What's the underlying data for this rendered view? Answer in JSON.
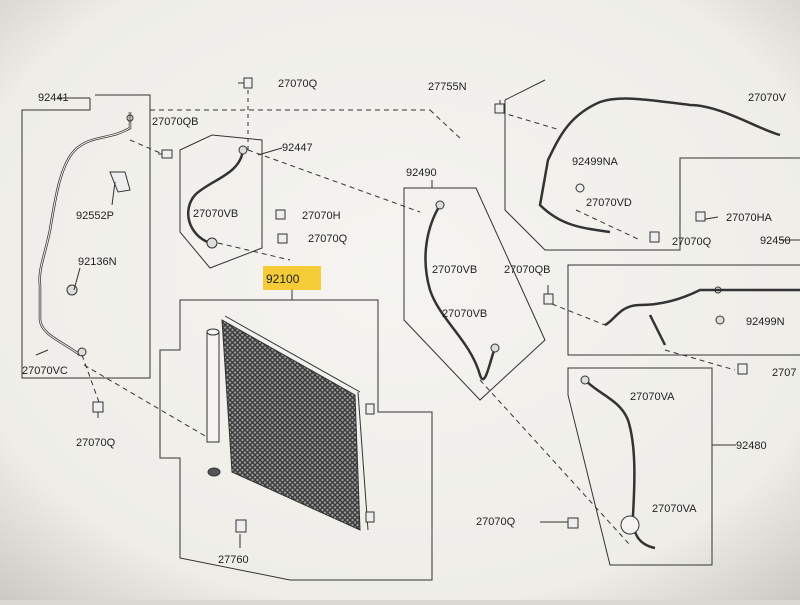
{
  "highlight_color": "#f5c518",
  "paper_color": "#f4f3ef",
  "ink_color": "#333333",
  "parts": {
    "p92441": "92441",
    "p27070QB_a": "27070QB",
    "p92552P": "92552P",
    "p92136N": "92136N",
    "p27070VC": "27070VC",
    "p27070Q_a": "27070Q",
    "p27070Q_top": "27070Q",
    "p92447": "92447",
    "p27070VB_a": "27070VB",
    "p27070H": "27070H",
    "p27070Q_b": "27070Q",
    "p92100": "92100",
    "p27760": "27760",
    "p92490": "92490",
    "p27070VB_b": "27070VB",
    "p27070VB_c": "27070VB",
    "p27070QB_b": "27070QB",
    "p27755N": "27755N",
    "p92499NA": "92499NA",
    "p27070VD": "27070VD",
    "p27070HA": "27070HA",
    "p27070Q_c": "27070Q",
    "p27070V_right": "27070V",
    "p92450": "92450",
    "p92499N": "92499N",
    "p27070_right": "2707",
    "p27070VA_a": "27070VA",
    "p92480": "92480",
    "p27070VA_b": "27070VA",
    "p27070Q_d": "27070Q"
  }
}
